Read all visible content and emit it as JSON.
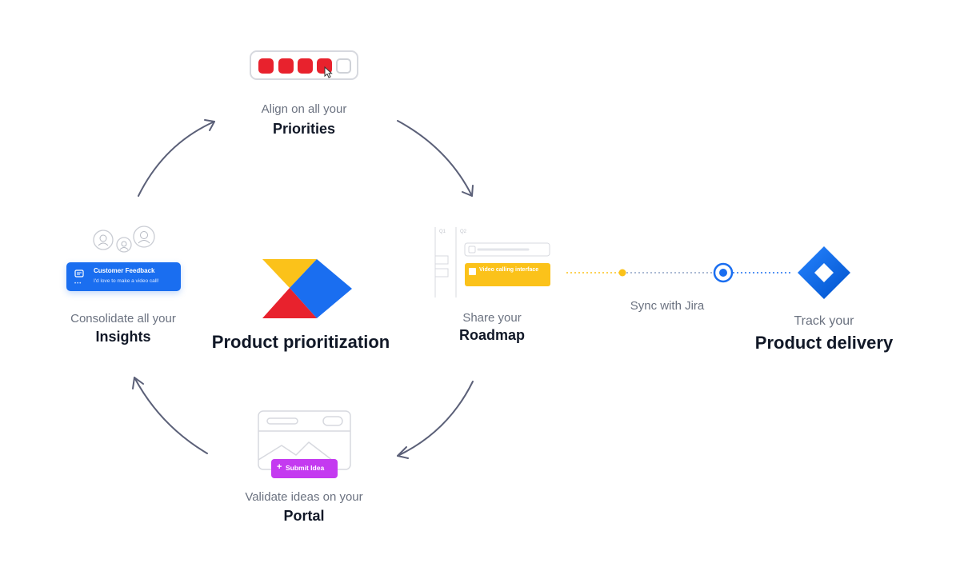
{
  "colors": {
    "arrow": "#5b6078",
    "red": "#e8222d",
    "yellow": "#fbc21a",
    "blue": "#1a6ef0",
    "purple": "#c43af0",
    "jira_blue": "#2684ff"
  },
  "priorities": {
    "subtitle": "Align on all your",
    "title": "Priorities",
    "rating_filled": 4,
    "rating_total": 5
  },
  "roadmap": {
    "subtitle": "Share your",
    "title": "Roadmap",
    "col_q1": "Q1",
    "col_q2": "Q2",
    "card_label": "Video calling interface"
  },
  "portal": {
    "subtitle": "Validate ideas on your",
    "title": "Portal",
    "button_label": "Submit Idea"
  },
  "insights": {
    "subtitle": "Consolidate all your",
    "title": "Insights",
    "card_title": "Customer Feedback",
    "card_text": "I'd love to make a video call!"
  },
  "center": {
    "title": "Product prioritization",
    "logo": "productboard-logo-icon"
  },
  "sync": {
    "label": "Sync with Jira"
  },
  "delivery": {
    "subtitle": "Track your",
    "title": "Product delivery",
    "logo": "jira-logo-icon"
  }
}
